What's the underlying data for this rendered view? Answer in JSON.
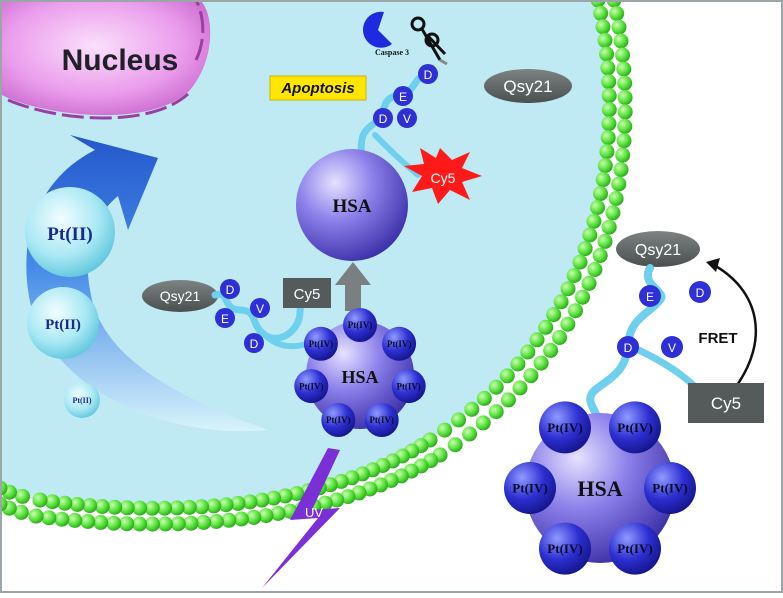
{
  "labels": {
    "nucleus": "Nucleus",
    "apoptosis": "Apoptosis",
    "caspase": "Caspase 3",
    "hsa": "HSA",
    "cy5": "Cy5",
    "qsy21": "Qsy21",
    "fret": "FRET",
    "uv": "UV",
    "pt2": "Pt(II)",
    "pt4": "Pt(IV)"
  },
  "peptide_residues": [
    "D",
    "E",
    "V",
    "D"
  ],
  "colors": {
    "cell_interior": "#bfeaf4",
    "membrane": "#57e03a",
    "nucleus": "#e58ce6",
    "hsa": "#7a6ee0",
    "pt_bead": "#2f2fd6",
    "pt2_sphere": "#7fd8ea",
    "cy5_box": "#555a5a",
    "qsy21_ellipse": "#5f6464",
    "cy5_star": "#ff1a1a",
    "apoptosis_bg": "#ffe600",
    "uv_bolt": "#7b2fd6",
    "arrow_blue": "#2a6fe0"
  }
}
